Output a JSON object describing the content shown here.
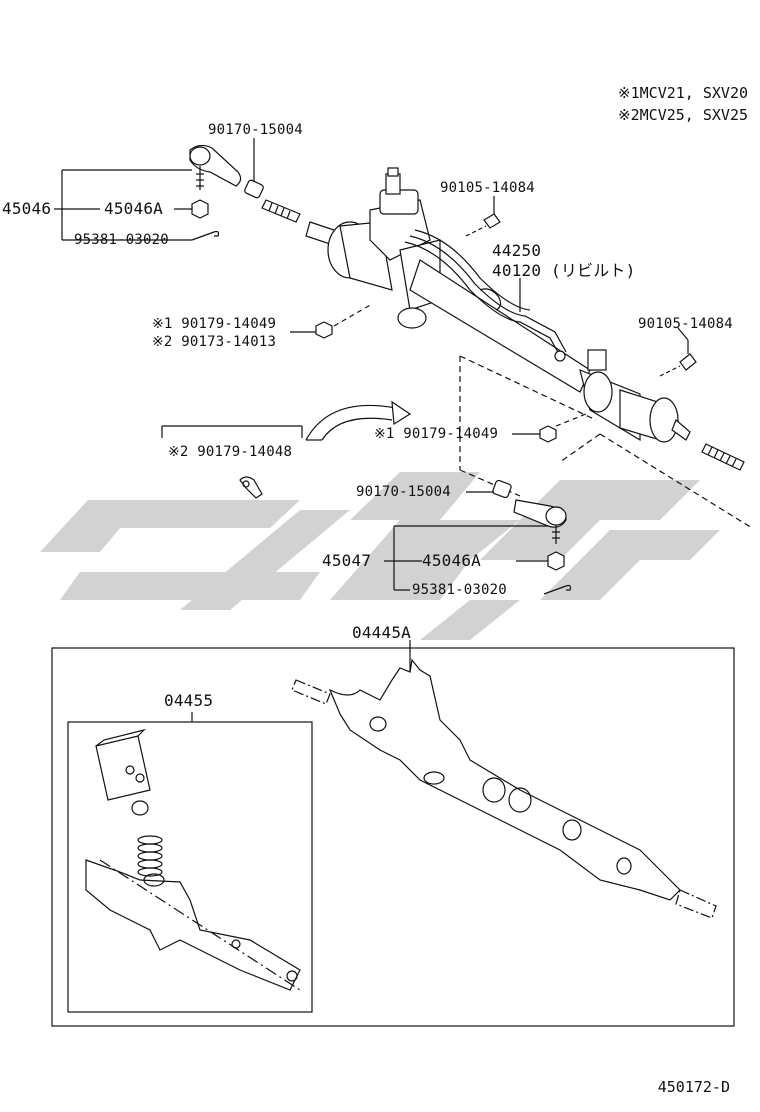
{
  "legend": [
    "※1MCV21, SXV20",
    "※2MCV25, SXV25"
  ],
  "labels": {
    "p90170_top": "90170-15004",
    "p45046": "45046",
    "p45046A_top": "45046A",
    "p95381_top": "95381-03020",
    "p90105_top": "90105-14084",
    "p44250": "44250",
    "p40120": "40120 (リビルト)",
    "p90179_left": "※1 90179-14049",
    "p90173_left": "※2 90173-14013",
    "p90105_right": "90105-14084",
    "p90179_mid": "※1 90179-14049",
    "p90179_14048": "※2 90179-14048",
    "p90170_bottom": "90170-15004",
    "p45047": "45047",
    "p45046A_bottom": "45046A",
    "p95381_bottom": "95381-03020",
    "p04445A": "04445A",
    "p04455": "04455"
  },
  "diagram_code": "450172-D",
  "watermark_color": "#cfcfcf"
}
